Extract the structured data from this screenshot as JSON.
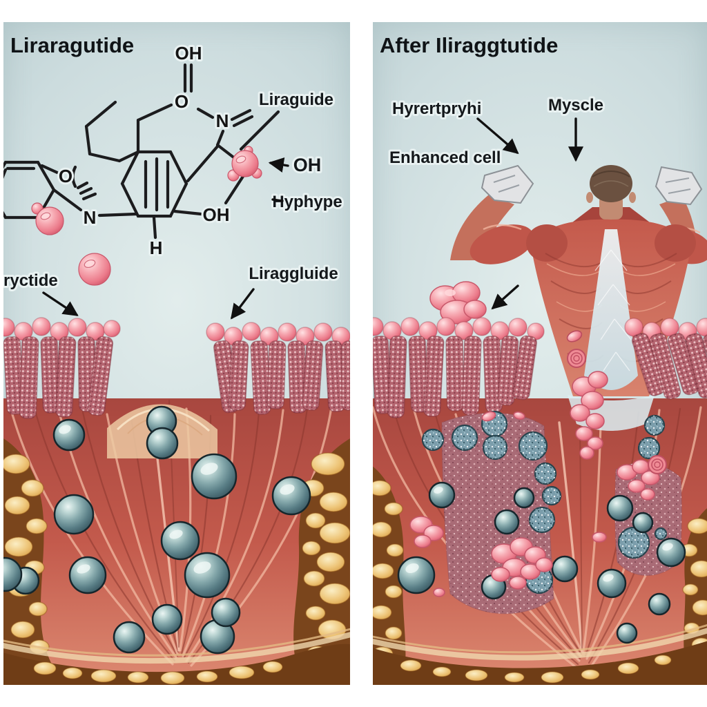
{
  "left_panel": {
    "title": "Liraragutide",
    "molecule_labels": {
      "oh_top": "OH",
      "o_top": "O",
      "n_right": "N",
      "o_mid": "O",
      "n_mid": "N",
      "h_bottom": "H",
      "oh_right": "OH"
    },
    "callouts": {
      "liraguide": "Liraguide",
      "oh": "OH",
      "hyphype": "Hyphype",
      "ryctide": "ryctide",
      "liraggluide": "Liraggluide"
    }
  },
  "right_panel": {
    "title": "After Iliraggtutide",
    "callouts": {
      "hyrertpryhi": "Hyrertpryhi",
      "myscle": "Myscle",
      "enhanced_cell": "Enhanced cell"
    }
  },
  "palette": {
    "background": "#ffffff",
    "panel_light": "#e2edec",
    "panel_dark": "#a9c0c4",
    "muscle_red": "#c35a4c",
    "fat_yellow": "#eec67a",
    "fat_brown": "#7a451c",
    "teal_sphere": "#86a9ac",
    "pink": "#f0a2ac",
    "label_ink": "#14181b"
  }
}
